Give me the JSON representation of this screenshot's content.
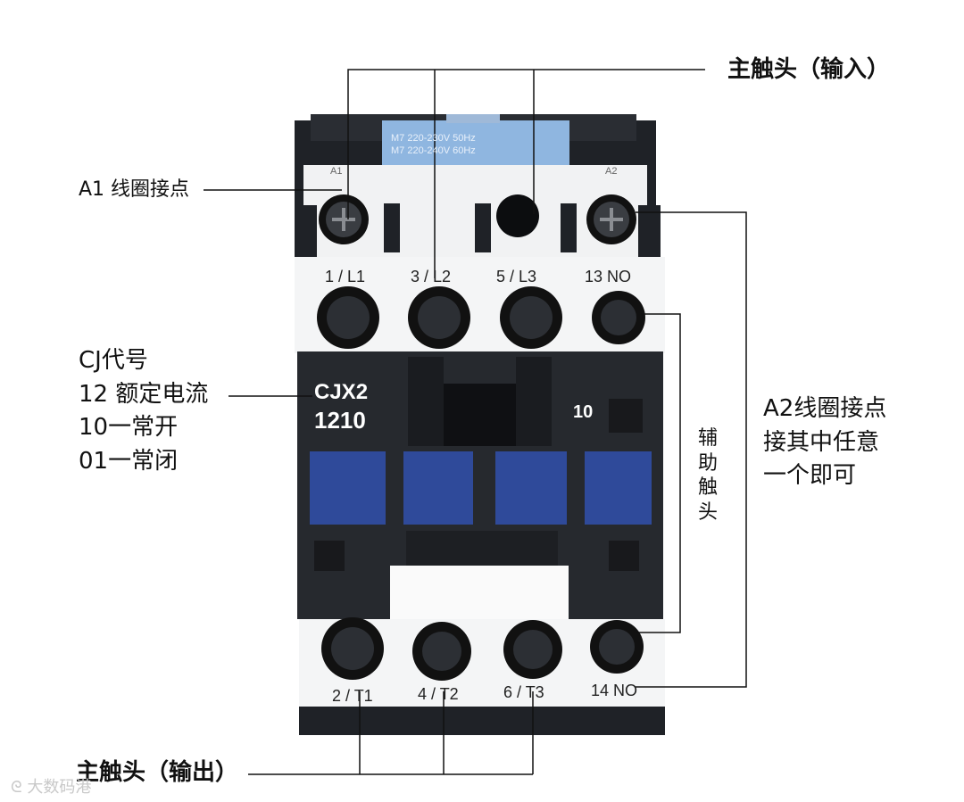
{
  "annotations": {
    "main_contacts_input": "主触头（输入）",
    "main_contacts_output": "主触头（输出）",
    "a1_coil": "A1 线圈接点",
    "a2_coil_lines": [
      "A2线圈接点",
      "接其中任意",
      "一个即可"
    ],
    "model_explain_lines": [
      "CJ代号",
      "12 额定电流",
      "10一常开",
      "01一常闭"
    ],
    "aux_contact_vertical": [
      "辅",
      "助",
      "触",
      "头"
    ]
  },
  "device": {
    "model_line1": "CJX2",
    "model_line2": "1210",
    "aux_code": "10",
    "coil_terminals": [
      "A1",
      "A2"
    ],
    "top_terminals": [
      "1 / L1",
      "3 / L2",
      "5 / L3",
      "13 NO"
    ],
    "bottom_terminals": [
      "2 / T1",
      "4 / T2",
      "6 / T3",
      "14 NO"
    ],
    "nameplate_lines": [
      "M7 220-230V 50Hz",
      "M7 220-240V 60Hz"
    ]
  },
  "watermark": "大数码港",
  "colors": {
    "body": "#2a2d33",
    "white_block": "#f4f5f6",
    "blue_button": "#2f4a9a",
    "nameplate": "#8fb6e0",
    "line": "#111111"
  }
}
